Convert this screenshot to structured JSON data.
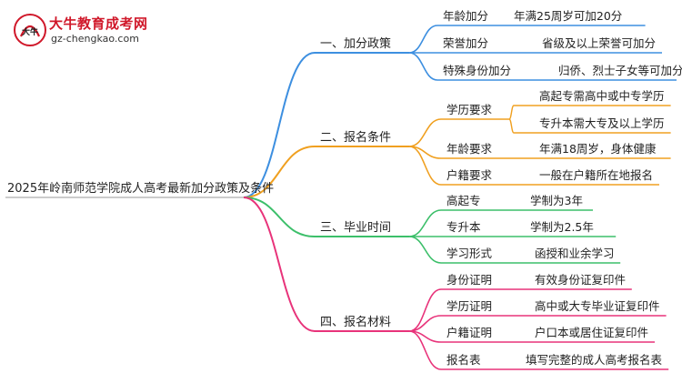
{
  "logo": {
    "title": "大牛教育成考网",
    "url": "gz-chengkao.com",
    "mark_text": "大牛"
  },
  "root": {
    "label": "2025年岭南师范学院成人高考最新加分政策及条件"
  },
  "colors": {
    "blue": "#3d8fe0",
    "orange": "#f0a020",
    "green": "#3cbf6a",
    "pink": "#e8337a",
    "logo_red": "#d0182a"
  },
  "branches": [
    {
      "label": "一、加分政策",
      "color": "blue",
      "items": [
        {
          "label": "年龄加分",
          "detail": "年满25周岁可加20分"
        },
        {
          "label": "荣誉加分",
          "detail": "省级及以上荣誉可加分"
        },
        {
          "label": "特殊身份加分",
          "detail": "归侨、烈士子女等可加分"
        }
      ]
    },
    {
      "label": "二、报名条件",
      "color": "orange",
      "items": [
        {
          "label": "学历要求",
          "details": [
            "高起专需高中或中专学历",
            "专升本需大专及以上学历"
          ]
        },
        {
          "label": "年龄要求",
          "detail": "年满18周岁，身体健康"
        },
        {
          "label": "户籍要求",
          "detail": "一般在户籍所在地报名"
        }
      ]
    },
    {
      "label": "三、毕业时间",
      "color": "green",
      "items": [
        {
          "label": "高起专",
          "detail": "学制为3年"
        },
        {
          "label": "专升本",
          "detail": "学制为2.5年"
        },
        {
          "label": "学习形式",
          "detail": "函授和业余学习"
        }
      ]
    },
    {
      "label": "四、报名材料",
      "color": "pink",
      "items": [
        {
          "label": "身份证明",
          "detail": "有效身份证复印件"
        },
        {
          "label": "学历证明",
          "detail": "高中或大专毕业证复印件"
        },
        {
          "label": "户籍证明",
          "detail": "户口本或居住证复印件"
        },
        {
          "label": "报名表",
          "detail": "填写完整的成人高考报名表"
        }
      ]
    }
  ]
}
